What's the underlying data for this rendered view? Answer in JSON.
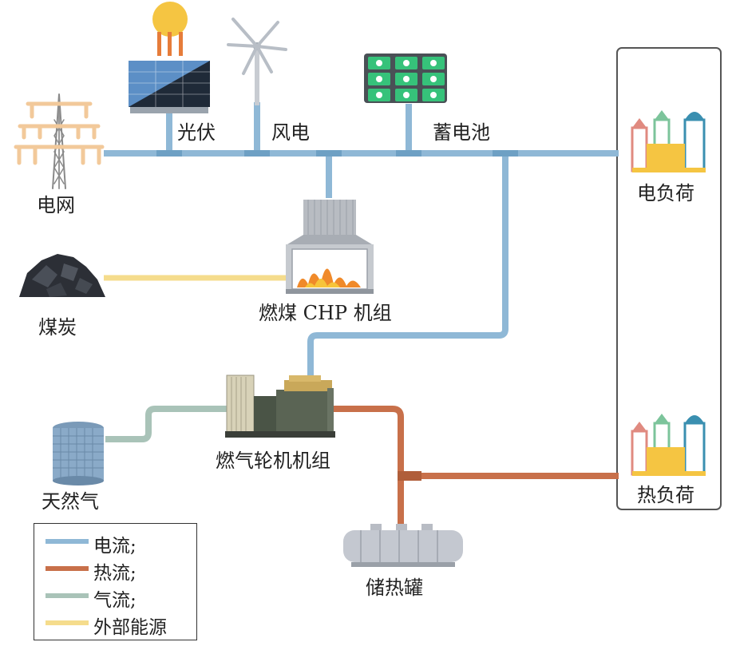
{
  "labels": {
    "grid": "电网",
    "pv": "光伏",
    "wind": "风电",
    "battery": "蓄电池",
    "elec_load": "电负荷",
    "coal": "煤炭",
    "chp": "燃煤 CHP 机组",
    "gas_turbine": "燃气轮机机组",
    "natural_gas": "天然气",
    "heat_load": "热负荷",
    "heat_storage": "储热罐"
  },
  "legend": [
    {
      "label": "电流;",
      "color": "#8fb8d6"
    },
    {
      "label": "热流;",
      "color": "#c8704a"
    },
    {
      "label": "气流;",
      "color": "#a9c3b8"
    },
    {
      "label": "外部能源",
      "color": "#f5dc8c"
    }
  ],
  "colors": {
    "electric": "#8fb8d6",
    "heat": "#c8704a",
    "gas": "#a9c3b8",
    "external": "#f5dc8c",
    "frame": "#555555"
  },
  "icons": {
    "grid": "power-tower-icon",
    "pv": "solar-panel-icon",
    "wind": "wind-turbine-icon",
    "battery": "battery-pack-icon",
    "elec_load": "buildings-icon",
    "coal": "coal-pile-icon",
    "chp": "furnace-icon",
    "gas_turbine": "generator-icon",
    "natural_gas": "gas-tank-icon",
    "heat_load": "buildings-icon",
    "heat_storage": "storage-tank-icon"
  }
}
